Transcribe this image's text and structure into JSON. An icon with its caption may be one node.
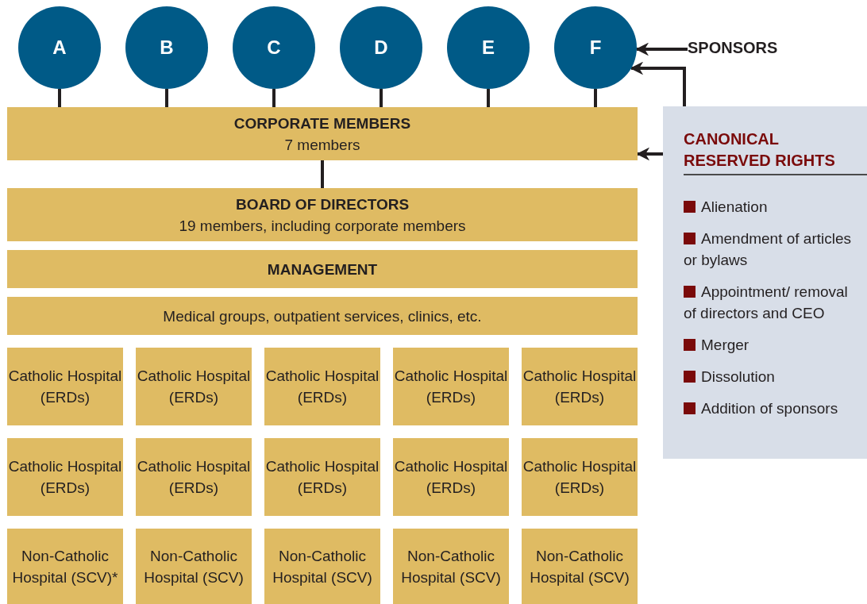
{
  "diagram": {
    "nodes": [
      {
        "text": [
          "A"
        ]
      },
      {
        "text": [
          "B"
        ]
      },
      {
        "text": [
          "C"
        ]
      },
      {
        "text": [
          "D"
        ]
      },
      {
        "text": [
          "E"
        ]
      },
      {
        "text": [
          "F"
        ]
      },
      {
        "text": [
          "SPONSORS"
        ]
      },
      {
        "text": [
          "CORPORATE MEMBERS",
          "7 members"
        ]
      },
      {
        "text": [
          "BOARD OF DIRECTORS",
          "19 members, including corporate members"
        ]
      },
      {
        "text": [
          "MANAGEMENT"
        ]
      },
      {
        "text": [
          "Medical groups, outpatient services, clinics, etc."
        ]
      },
      {
        "text": [
          "Catholic Hospital (ERDs)"
        ]
      },
      {
        "text": [
          "Catholic Hospital (ERDs)"
        ]
      },
      {
        "text": [
          "Catholic Hospital (ERDs)"
        ]
      },
      {
        "text": [
          "Catholic Hospital (ERDs)"
        ]
      },
      {
        "text": [
          "Catholic Hospital (ERDs)"
        ]
      },
      {
        "text": [
          "Catholic Hospital (ERDs)"
        ]
      },
      {
        "text": [
          "Catholic Hospital (ERDs)"
        ]
      },
      {
        "text": [
          "Catholic Hospital (ERDs)"
        ]
      },
      {
        "text": [
          "Catholic Hospital (ERDs)"
        ]
      },
      {
        "text": [
          "Catholic Hospital (ERDs)"
        ]
      },
      {
        "text": [
          "Non-Catholic Hospital (SCV)*"
        ]
      },
      {
        "text": [
          "Non-Catholic Hospital (SCV)"
        ]
      },
      {
        "text": [
          "Non-Catholic Hospital (SCV)"
        ]
      },
      {
        "text": [
          "Non-Catholic Hospital (SCV)"
        ]
      },
      {
        "text": [
          "Non-Catholic Hospital (SCV)"
        ]
      },
      {
        "text": [
          "CANONICAL RESERVED RIGHTS",
          "Alienation",
          "Amendment of articles or bylaws",
          "Appointment/ removal of directors and CEO",
          "Merger",
          "Dissolution",
          "Addition of sponsors"
        ]
      }
    ],
    "edges": [
      {
        "from": 0,
        "to": 7,
        "arrow": "none"
      },
      {
        "from": 1,
        "to": 7,
        "arrow": "none"
      },
      {
        "from": 2,
        "to": 7,
        "arrow": "none"
      },
      {
        "from": 3,
        "to": 7,
        "arrow": "none"
      },
      {
        "from": 4,
        "to": 7,
        "arrow": "none"
      },
      {
        "from": 5,
        "to": 7,
        "arrow": "none"
      },
      {
        "from": 7,
        "to": 8,
        "arrow": "none"
      },
      {
        "from": 6,
        "to": 5,
        "arrow": "to"
      },
      {
        "from": 26,
        "to": 5,
        "arrow": "to"
      },
      {
        "from": 26,
        "to": 7,
        "arrow": "to"
      }
    ]
  }
}
